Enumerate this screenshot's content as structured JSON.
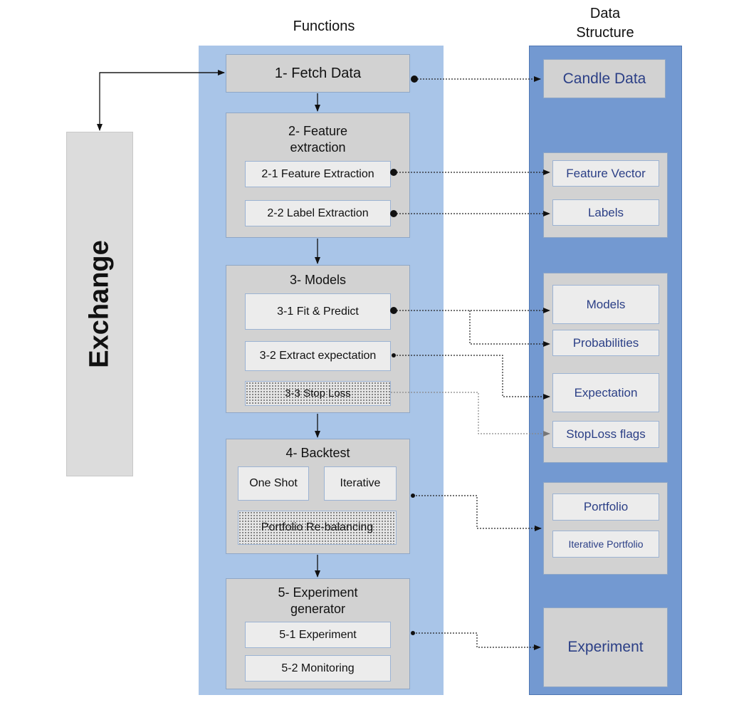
{
  "headings": {
    "functions": "Functions",
    "data_structure_line1": "Data",
    "data_structure_line2": "Structure"
  },
  "exchange": {
    "label": "Exchange"
  },
  "functions": {
    "fetch": "1- Fetch Data",
    "feature": {
      "title_line1": "2- Feature",
      "title_line2": "extraction",
      "items": [
        "2-1 Feature Extraction",
        "2-2 Label Extraction"
      ]
    },
    "models": {
      "title": "3- Models",
      "items": [
        "3-1 Fit & Predict",
        "3-2 Extract expectation",
        "3-3 Stop Loss"
      ]
    },
    "backtest": {
      "title": "4- Backtest",
      "items": [
        "One Shot",
        "Iterative",
        "Portfolio Re-balancing"
      ]
    },
    "experiment": {
      "title_line1": "5- Experiment",
      "title_line2": "generator",
      "items": [
        "5-1 Experiment",
        "5-2 Monitoring"
      ]
    }
  },
  "data_structure": {
    "candle": "Candle Data",
    "feature_vector": "Feature Vector",
    "labels": "Labels",
    "models": "Models",
    "probabilities": "Probabilities",
    "expectation": "Expectation",
    "stoploss_flags": "StopLoss flags",
    "portfolio": "Portfolio",
    "iterative_portfolio": "Iterative Portfolio",
    "experiment": "Experiment"
  },
  "colors": {
    "functions_panel": "#a9c5e8",
    "data_structure_panel": "#7399d1",
    "group_gray": "#d2d2d2",
    "box_light": "#ececec",
    "data_text": "#2b3f86"
  }
}
